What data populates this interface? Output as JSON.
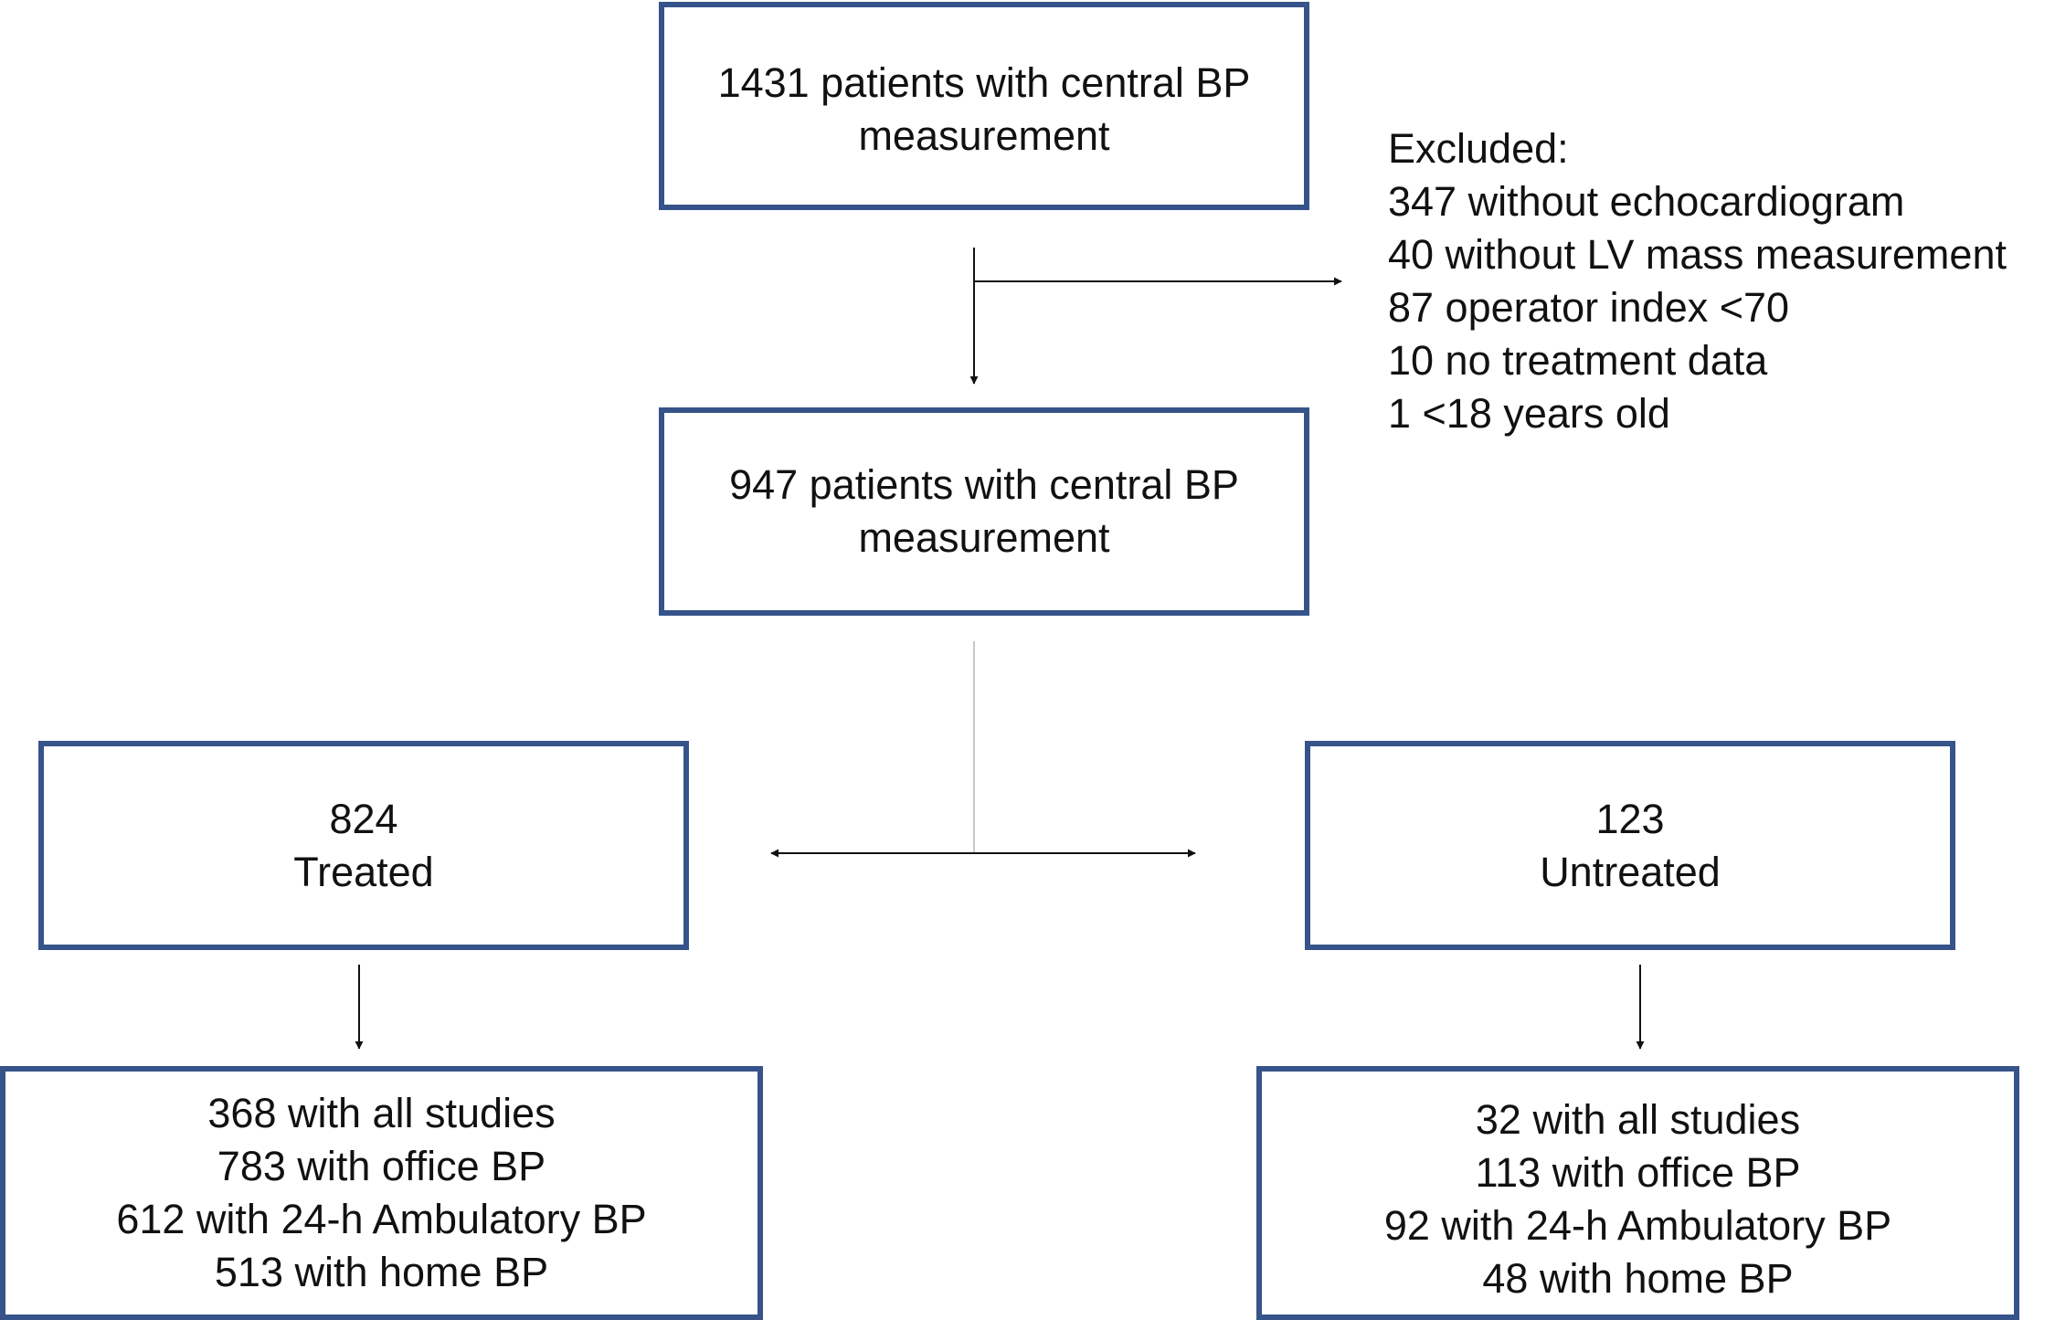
{
  "boxes": {
    "top": {
      "lines": [
        "1431 patients with central BP",
        "measurement"
      ]
    },
    "mid": {
      "lines": [
        "947 patients with central BP",
        "measurement"
      ]
    },
    "treated": {
      "lines": [
        "824",
        "Treated"
      ]
    },
    "untreated": {
      "lines": [
        "123",
        "Untreated"
      ]
    },
    "treated_studies": {
      "lines": [
        "368 with all studies",
        "783 with office BP",
        "612 with 24-h Ambulatory BP",
        "513 with home BP"
      ]
    },
    "untreated_studies": {
      "lines": [
        "32 with all studies",
        "113 with office BP",
        "92 with 24-h Ambulatory BP",
        "48 with home BP"
      ]
    }
  },
  "excluded": {
    "lines": [
      "Excluded:",
      "347 without echocardiogram",
      "40 without LV mass measurement",
      "87 operator index <70",
      "10 no treatment data",
      "1 <18 years old"
    ]
  },
  "colors": {
    "box_border": "#36538a",
    "arrow": "#111111",
    "split_line": "#c8c8c8"
  }
}
